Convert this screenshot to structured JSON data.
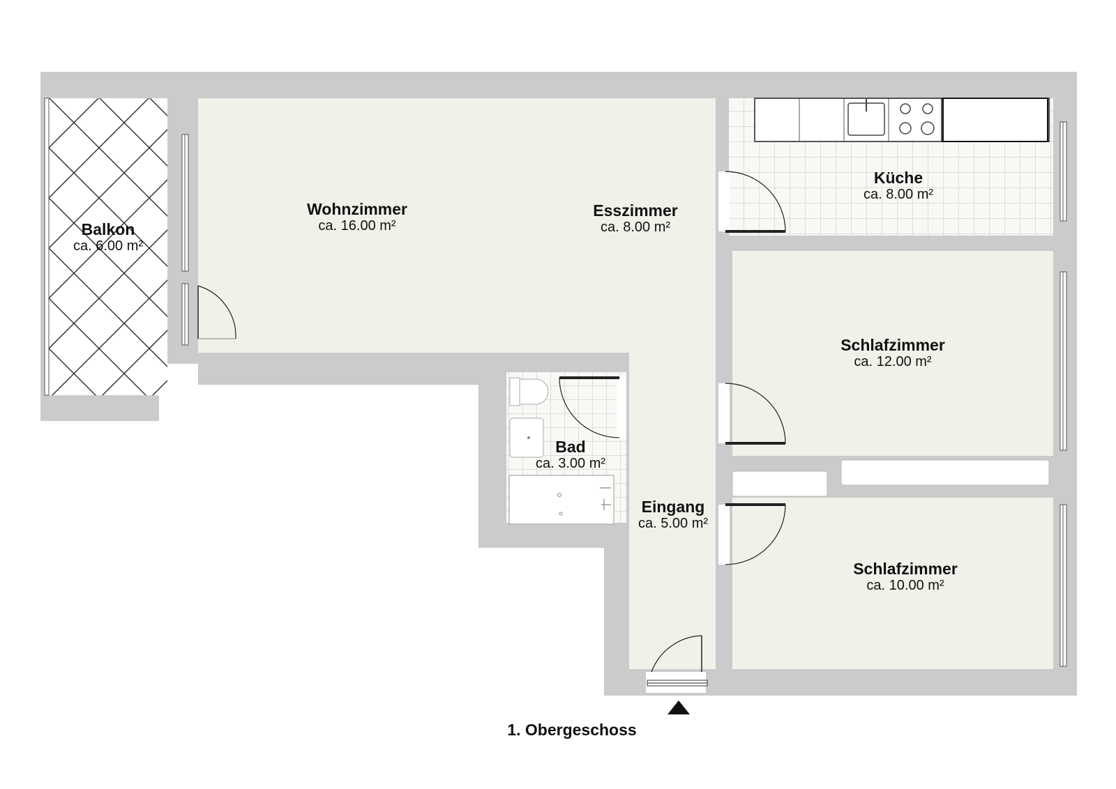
{
  "plan": {
    "floor_label": "1. Obergeschoss",
    "colors": {
      "wall": "#cbcbcb",
      "floor": "#f1f1e9",
      "tile_line": "#d4d4d4",
      "balcony_line": "#2a2a2a",
      "door_stroke": "#222222",
      "label": "#111111"
    },
    "icons": [
      "entrance-arrow-icon",
      "toilet-icon",
      "sink-icon",
      "bathtub-icon",
      "stove-icon",
      "kitchen-sink-icon"
    ],
    "rooms": [
      {
        "id": "balkon",
        "name": "Balkon",
        "area": "ca. 6.00 m²"
      },
      {
        "id": "wohnzimmer",
        "name": "Wohnzimmer",
        "area": "ca. 16.00 m²"
      },
      {
        "id": "esszimmer",
        "name": "Esszimmer",
        "area": "ca. 8.00 m²"
      },
      {
        "id": "kueche",
        "name": "Küche",
        "area": "ca. 8.00 m²"
      },
      {
        "id": "schlafzimmer1",
        "name": "Schlafzimmer",
        "area": "ca. 12.00 m²"
      },
      {
        "id": "bad",
        "name": "Bad",
        "area": "ca. 3.00 m²"
      },
      {
        "id": "eingang",
        "name": "Eingang",
        "area": "ca. 5.00 m²"
      },
      {
        "id": "schlafzimmer2",
        "name": "Schlafzimmer",
        "area": "ca. 10.00 m²"
      }
    ]
  }
}
